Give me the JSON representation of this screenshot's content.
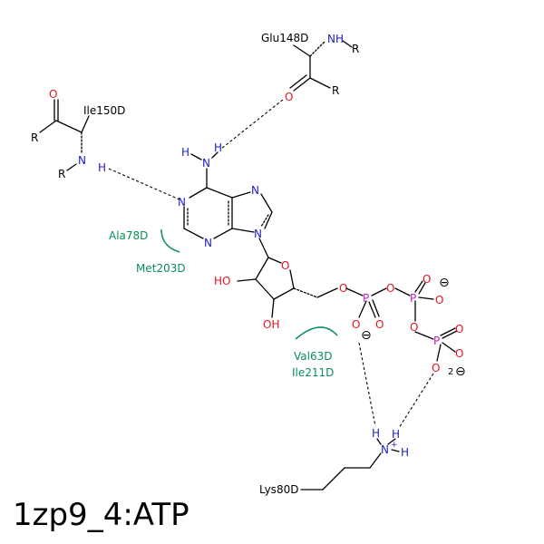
{
  "title": "1zp9_4:ATP",
  "residues": {
    "glu": "Glu148D",
    "ile150": "Ile150D",
    "ala": "Ala78D",
    "met": "Met203D",
    "val": "Val63D",
    "ile211": "Ile211D",
    "lys": "Lys80D"
  },
  "atoms": {
    "n": "N",
    "h": "H",
    "o": "O",
    "p": "P",
    "r": "R",
    "ho": "HO",
    "oh": "OH",
    "minus": "⊖",
    "two": "2",
    "plus": "+"
  },
  "colors": {
    "nitrogen": "#2020c8",
    "oxygen": "#e0141e",
    "phosphorus": "#c020c0",
    "hydrophobic": "#0a8f5a"
  }
}
